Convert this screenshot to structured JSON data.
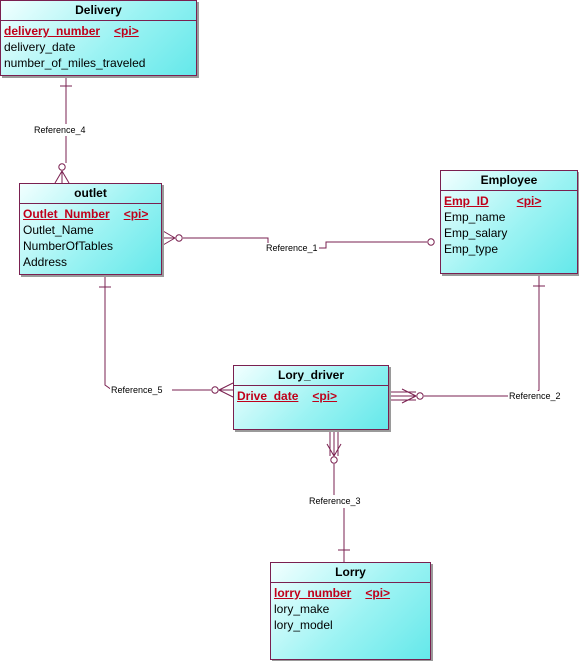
{
  "colors": {
    "border": "#7a2050",
    "line": "#7a2050",
    "pk_text": "#c0001a",
    "fill_light": "#f2ffff",
    "fill_dark": "#64e8ea"
  },
  "entities": {
    "delivery": {
      "title": "Delivery",
      "pk": "delivery_number",
      "pk_tag": "<pi>",
      "attributes": [
        "delivery_date",
        "number_of_miles_traveled"
      ]
    },
    "outlet": {
      "title": "outlet",
      "pk": "Outlet_Number",
      "pk_tag": "<pi>",
      "attributes": [
        "Outlet_Name",
        "NumberOfTables",
        "Address"
      ]
    },
    "employee": {
      "title": "Employee",
      "pk": "Emp_ID",
      "pk_tag": "<pi>",
      "attributes": [
        "Emp_name",
        "Emp_salary",
        "Emp_type"
      ]
    },
    "lory_driver": {
      "title": "Lory_driver",
      "pk": "Drive_date",
      "pk_tag": "<pi>",
      "attributes": []
    },
    "lorry": {
      "title": "Lorry",
      "pk": "lorry_number",
      "pk_tag": "<pi>",
      "attributes": [
        "lory_make",
        "lory_model"
      ]
    }
  },
  "references": {
    "ref1": "Reference_1",
    "ref2": "Reference_2",
    "ref3": "Reference_3",
    "ref4": "Reference_4",
    "ref5": "Reference_5"
  }
}
